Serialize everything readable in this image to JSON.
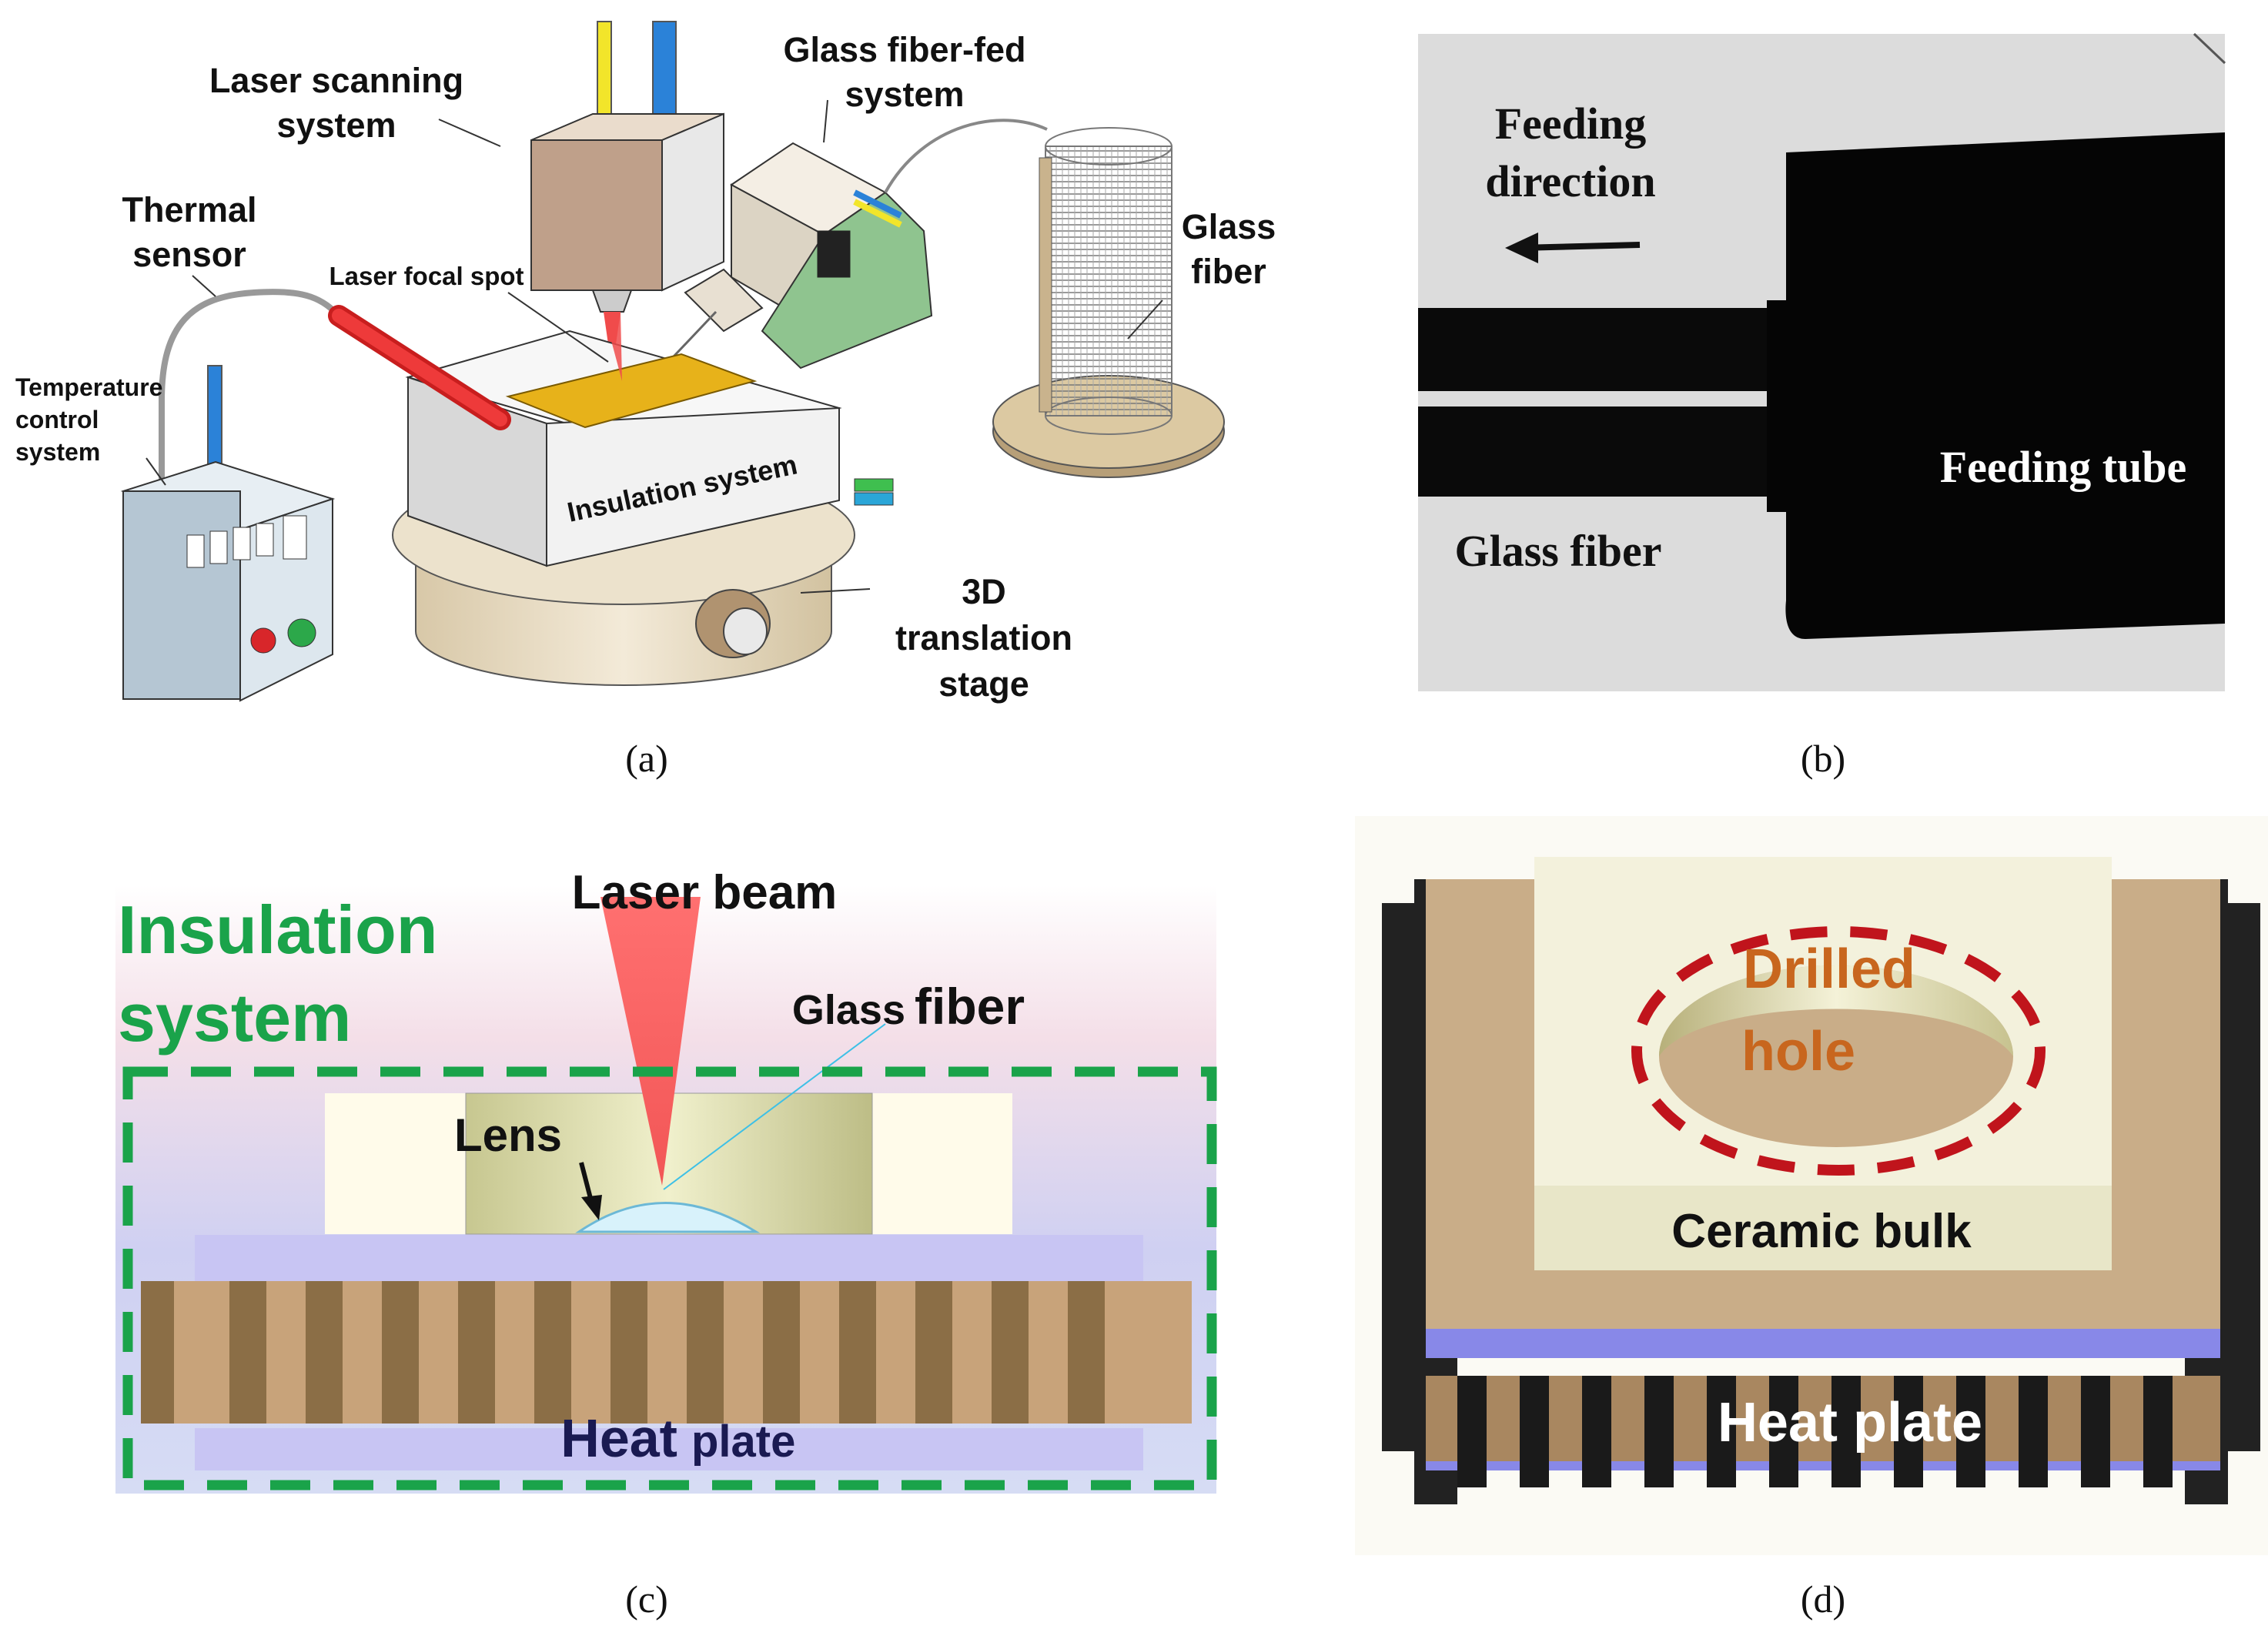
{
  "panels": {
    "a": {
      "caption": "(a)",
      "labels": {
        "laser_scanning_1": "Laser scanning",
        "laser_scanning_2": "system",
        "glass_fed_1": "Glass fiber-fed",
        "glass_fed_2": "system",
        "thermal_1": "Thermal",
        "thermal_2": "sensor",
        "laser_focal": "Laser focal spot",
        "glass_fiber_1": "Glass",
        "glass_fiber_2": "fiber",
        "temp_1": "Temperature",
        "temp_2": "control",
        "temp_3": "system",
        "insulation": "Insulation system",
        "stage_1": "3D",
        "stage_2": "translation",
        "stage_3": "stage"
      }
    },
    "b": {
      "caption": "(b)",
      "labels": {
        "feeding_1": "Feeding",
        "feeding_2": "direction",
        "feeding_tube": "Feeding tube",
        "glass_fiber": "Glass fiber"
      }
    },
    "c": {
      "caption": "(c)",
      "labels": {
        "insulation_1": "Insulation",
        "insulation_2": "system",
        "laser_beam": "Laser beam",
        "glass": "Glass",
        "fiber": "fiber",
        "lens": "Lens",
        "heat": "Heat",
        "plate": "plate"
      }
    },
    "d": {
      "caption": "(d)",
      "labels": {
        "drilled": "Drilled",
        "hole": "hole",
        "ceramic_bulk": "Ceramic bulk",
        "heat_plate": "Heat plate"
      }
    }
  },
  "colors": {
    "insulation_green": "#1aa34a",
    "drilled_orange": "#c8661e",
    "dashed_red": "#c0141c"
  }
}
